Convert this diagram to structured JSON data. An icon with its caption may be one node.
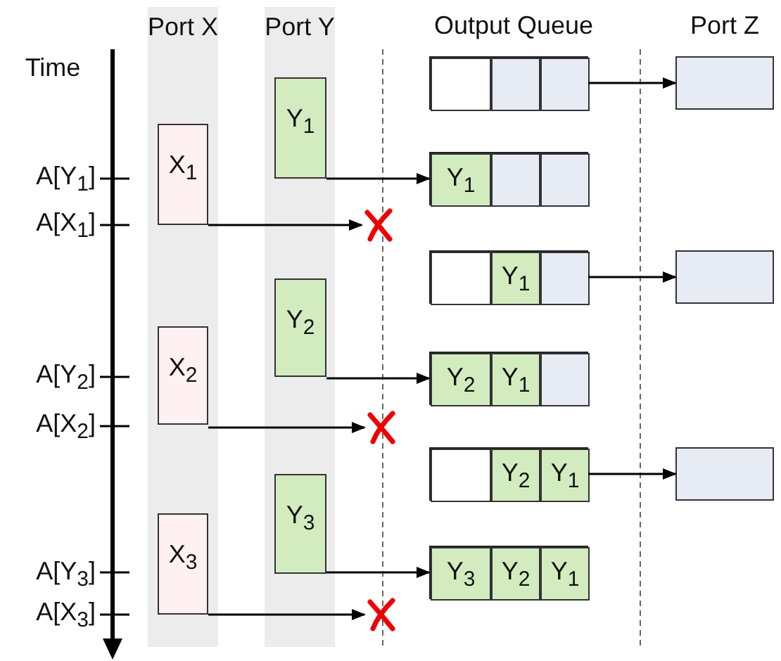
{
  "diagram": {
    "nodes": [
      {
        "text": [
          "Port X"
        ]
      },
      {
        "text": [
          "X$_{1}$"
        ],
        "in": 0
      },
      {
        "text": [
          "X$_{2}$"
        ],
        "in": 0
      },
      {
        "text": [
          "X$_{3}$"
        ],
        "in": 0
      },
      {
        "text": [
          "Port Y"
        ]
      },
      {
        "text": [
          "Y$_{1}$"
        ],
        "in": 4
      },
      {
        "text": [
          "Y$_{2}$"
        ],
        "in": 4
      },
      {
        "text": [
          "Y$_{3}$"
        ],
        "in": 4
      },
      {
        "text": [],
        "shape": "cross"
      },
      {
        "text": [],
        "shape": "cross"
      },
      {
        "text": [],
        "shape": "cross"
      },
      {
        "text": [],
        "shape": "box"
      },
      {
        "text": [],
        "shape": "box",
        "in": 11
      },
      {
        "text": [],
        "shape": "box",
        "in": 11
      },
      {
        "text": [],
        "shape": "box",
        "in": 11
      },
      {
        "text": [],
        "shape": "box"
      },
      {
        "text": [
          "Y$_{1}$"
        ],
        "in": 15
      },
      {
        "text": [],
        "shape": "box",
        "in": 15
      },
      {
        "text": [],
        "shape": "box",
        "in": 15
      },
      {
        "text": [],
        "shape": "box"
      },
      {
        "text": [],
        "shape": "box",
        "in": 19
      },
      {
        "text": [
          "Y$_{1}$"
        ],
        "in": 19
      },
      {
        "text": [],
        "shape": "box",
        "in": 19
      },
      {
        "text": [],
        "shape": "box"
      },
      {
        "text": [
          "Y$_{2}$"
        ],
        "in": 23
      },
      {
        "text": [
          "Y$_{1}$"
        ],
        "in": 23
      },
      {
        "text": [],
        "shape": "box",
        "in": 23
      },
      {
        "text": [],
        "shape": "box"
      },
      {
        "text": [],
        "shape": "box",
        "in": 27
      },
      {
        "text": [
          "Y$_{2}$"
        ],
        "in": 27
      },
      {
        "text": [
          "Y$_{1}$"
        ],
        "in": 27
      },
      {
        "text": [],
        "shape": "box"
      },
      {
        "text": [
          "Y$_{3}$"
        ],
        "in": 31
      },
      {
        "text": [
          "Y$_{2}$"
        ],
        "in": 31
      },
      {
        "text": [
          "Y$_{1}$"
        ],
        "in": 31
      },
      {
        "text": [],
        "shape": "box"
      },
      {
        "text": [],
        "shape": "box"
      },
      {
        "text": [],
        "shape": "box"
      }
    ],
    "edges": [
      {
        "from": 11,
        "to": 35,
        "arrow": "to"
      },
      {
        "from": 5,
        "to": 15,
        "arrow": "to"
      },
      {
        "from": 1,
        "to": 8,
        "arrow": "to"
      },
      {
        "from": 19,
        "to": 36,
        "arrow": "to"
      },
      {
        "from": 6,
        "to": 23,
        "arrow": "to"
      },
      {
        "from": 2,
        "to": 9,
        "arrow": "to"
      },
      {
        "from": 27,
        "to": 37,
        "arrow": "to"
      },
      {
        "from": 7,
        "to": 31,
        "arrow": "to"
      },
      {
        "from": 3,
        "to": 10,
        "arrow": "to"
      }
    ],
    "labels": [
      "Output Queue",
      "Port Z",
      "Time",
      "A[Y$_{1}$]",
      "A[X$_{1}$]",
      "A[Y$_{2}$]",
      "A[X$_{2}$]",
      "A[Y$_{3}$]",
      "A[X$_{3}$]"
    ]
  }
}
